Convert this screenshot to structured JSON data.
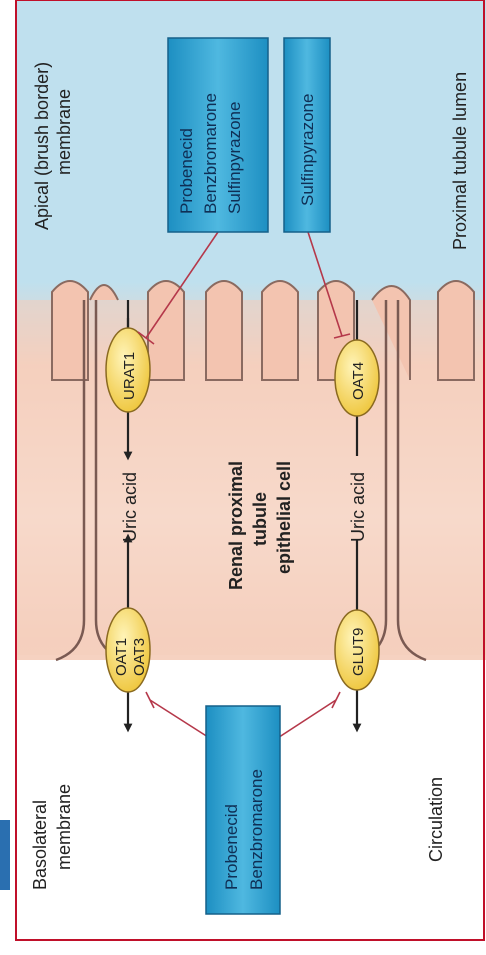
{
  "labels": {
    "apical_line1": "Apical (brush border)",
    "apical_line2": "membrane",
    "lumen": "Proximal tubule lumen",
    "basolateral_line1": "Basolateral",
    "basolateral_line2": "membrane",
    "circulation": "Circulation",
    "cell_line1": "Renal proximal",
    "cell_line2": "tubule",
    "cell_line3": "epithelial cell",
    "uric_acid_top": "Uric acid",
    "uric_acid_bottom": "Uric acid"
  },
  "transporters": {
    "urat1": "URAT1",
    "oat4": "OAT4",
    "oat1": "OAT1",
    "oat3": "OAT3",
    "glut9": "GLUT9"
  },
  "drugs": {
    "apical_box1": [
      "Probenecid",
      "Benzbromarone",
      "Sulfinpyrazone"
    ],
    "apical_box2": [
      "Sulfinpyrazone"
    ],
    "basolateral_box": [
      "Probenecid",
      "Benzbromarone"
    ]
  },
  "colors": {
    "frame": "#c0102a",
    "lumen_blue": "#bfe0ee",
    "cell_pink": "#f6d1c0",
    "drug_box": "#2a9fd0",
    "transporter": "#f3cf4e",
    "inhibitor_line": "#b5384a"
  }
}
